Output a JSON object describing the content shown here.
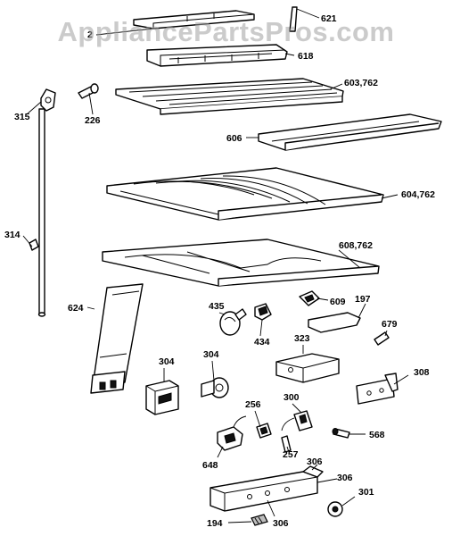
{
  "watermark": "AppliancePartsPros.com",
  "labels": {
    "l621": "621",
    "l2": "2",
    "l618": "618",
    "l315": "315",
    "l226": "226",
    "l603": "603,762",
    "l606": "606",
    "l604": "604,762",
    "l314": "314",
    "l608": "608,762",
    "l609": "609",
    "l197": "197",
    "l624": "624",
    "l435": "435",
    "l434": "434",
    "l679": "679",
    "l323": "323",
    "l304a": "304",
    "l304b": "304",
    "l308": "308",
    "l256": "256",
    "l300": "300",
    "l568": "568",
    "l648": "648",
    "l257": "257",
    "l306a": "306",
    "l306b": "306",
    "l301": "301",
    "l194": "194",
    "l306c": "306"
  }
}
